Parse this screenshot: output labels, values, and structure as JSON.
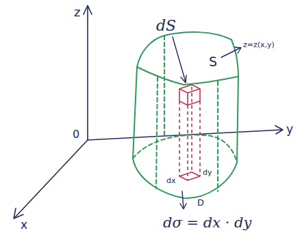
{
  "diagram": {
    "labels": [
      "z",
      "0",
      "y",
      "x",
      "dS",
      "S",
      "z=z(x,y)",
      "dx",
      "dy",
      "D",
      "dσ = dx · dy"
    ]
  }
}
